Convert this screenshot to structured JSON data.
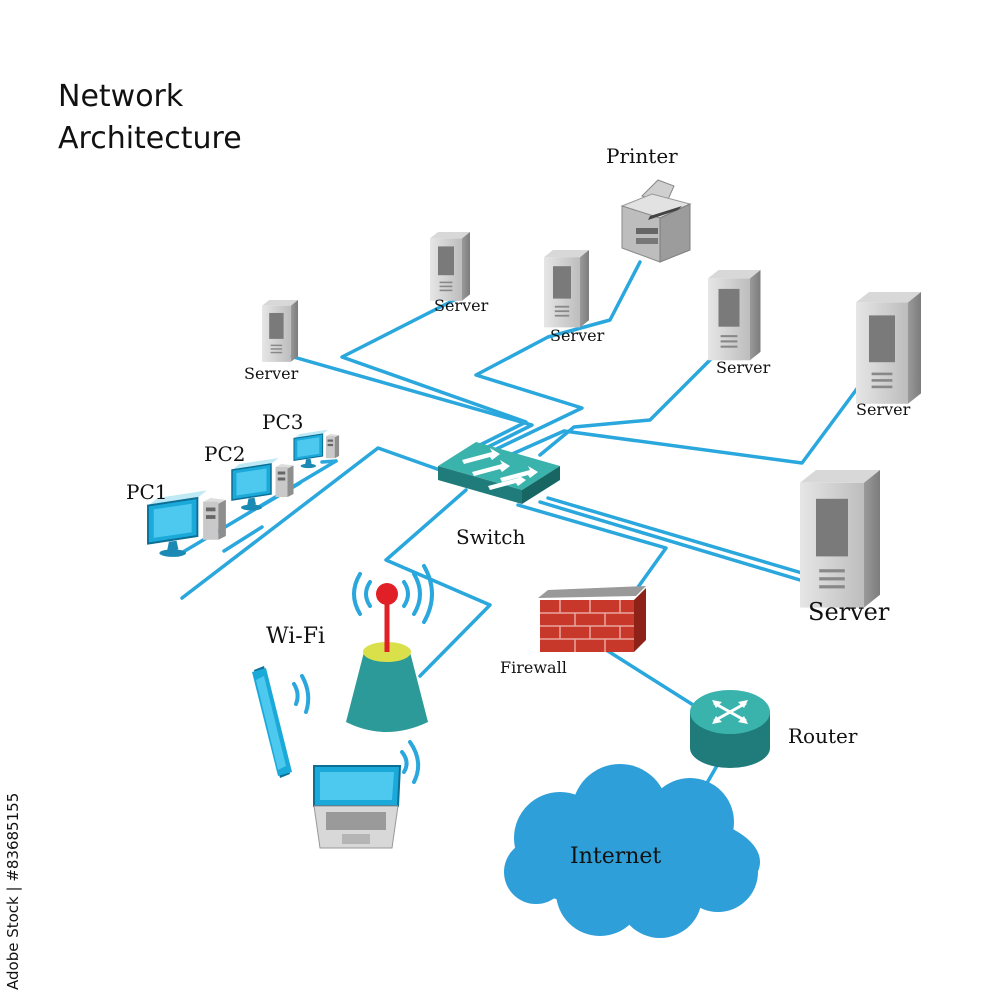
{
  "title": {
    "line1": "Network",
    "line2": "Architecture"
  },
  "nodes": {
    "printer": "Printer",
    "server_1": "Server",
    "server_2": "Server",
    "server_3": "Server",
    "server_4": "Server",
    "server_5": "Server",
    "server_main": "Server",
    "pc1": "PC1",
    "pc2": "PC2",
    "pc3": "PC3",
    "switch": "Switch",
    "wifi": "Wi-Fi",
    "firewall": "Firewall",
    "router": "Router",
    "internet": "Internet"
  },
  "stock_id": "Adobe Stock | #83685155",
  "colors": {
    "link": "#2aa7dc",
    "switch": "#2c9a98",
    "router": "#2c9a98",
    "firewall": "#c8382a",
    "cloud": "#2e9fd8",
    "server": "#b8b8b8"
  }
}
